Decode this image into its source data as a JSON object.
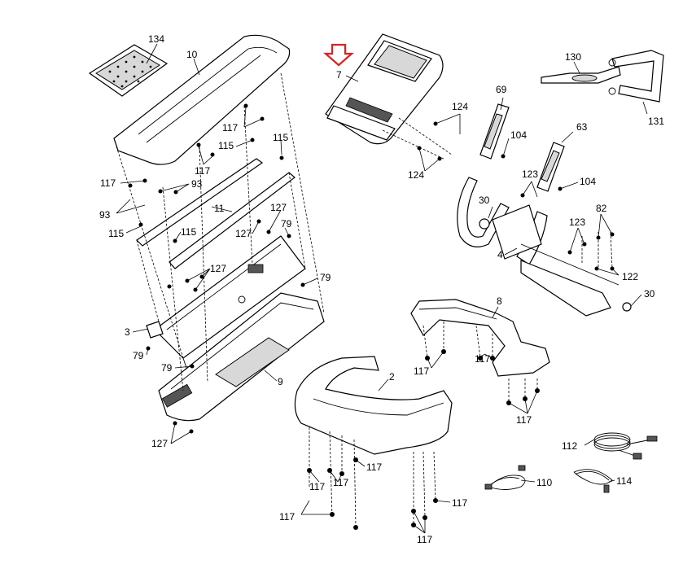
{
  "callouts": {
    "c134": "134",
    "c10": "10",
    "c7": "7",
    "c130": "130",
    "c131": "131",
    "c124a": "124",
    "c124b": "124",
    "c69": "69",
    "c104a": "104",
    "c63": "63",
    "c104b": "104",
    "c117a": "117",
    "c115a": "115",
    "c115b": "115",
    "c117b": "117",
    "c117c": "117",
    "c93a": "93",
    "c93b": "93",
    "c11": "11",
    "c115c": "115",
    "c115d": "115",
    "c127a": "127",
    "c127b": "127",
    "c79a": "79",
    "c127c": "127",
    "c79b": "79",
    "c3": "3",
    "c79c": "79",
    "c79d": "79",
    "c9": "9",
    "c127d": "127",
    "c123a": "123",
    "c30a": "30",
    "c82": "82",
    "c123b": "123",
    "c4": "4",
    "c122": "122",
    "c30b": "30",
    "c8": "8",
    "c117d": "117",
    "c117e": "117",
    "c117f": "117",
    "c2": "2",
    "c117g": "117",
    "c117h": "117",
    "c117i": "117",
    "c117j": "117",
    "c117k": "117",
    "c117l": "117",
    "c112": "112",
    "c110": "110",
    "c114": "114"
  },
  "highlight_color": "#e02020",
  "line_color": "#000000",
  "icons": {
    "pointer": "down-arrow-icon"
  }
}
